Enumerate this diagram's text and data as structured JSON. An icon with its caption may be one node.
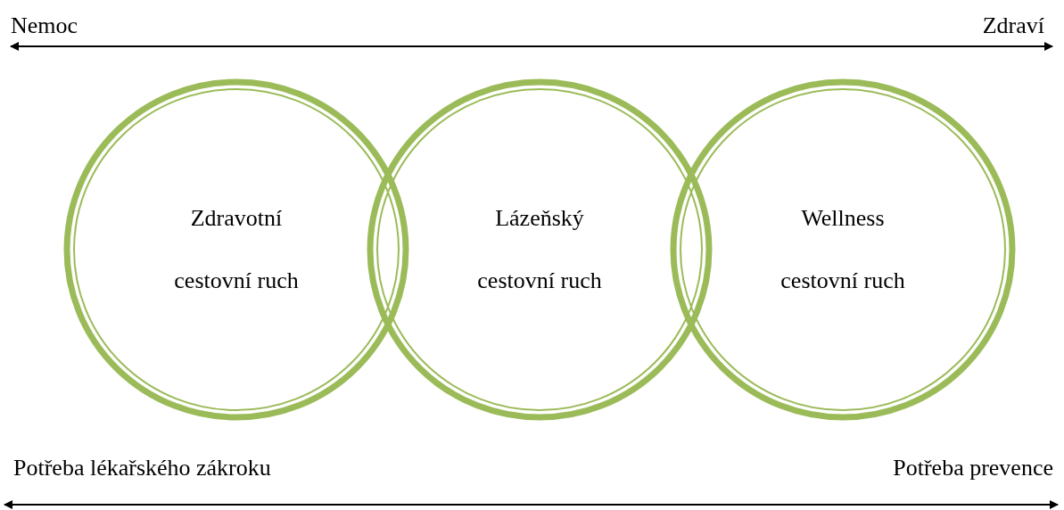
{
  "diagram": {
    "nodes": [
      {
        "text": [
          "Zdravotní cestovní ruch"
        ]
      },
      {
        "text": [
          "Lázeňský cestovní ruch"
        ]
      },
      {
        "text": [
          "Wellness cestovní ruch"
        ]
      }
    ],
    "edges": [],
    "labels": [
      "Nemoc",
      "Zdraví",
      "Potřeba lékařského zákroku",
      "Potřeba prevence"
    ]
  }
}
